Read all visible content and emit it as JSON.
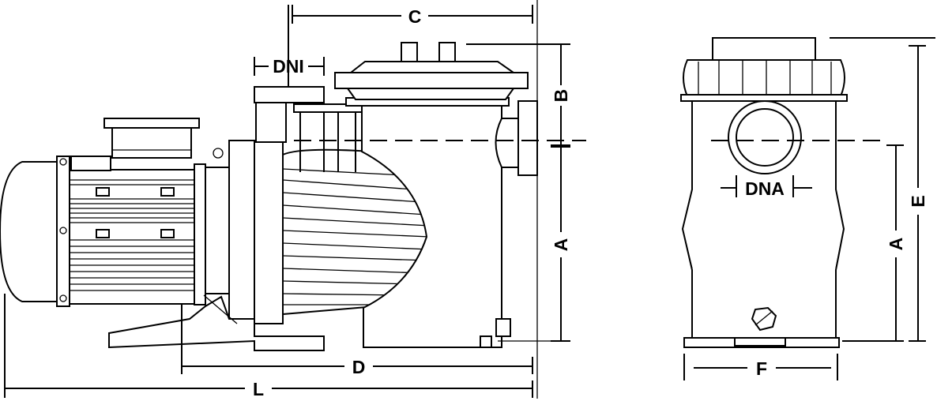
{
  "dimensions": {
    "C": "C",
    "B": "B",
    "A_side": "A",
    "D": "D",
    "L": "L",
    "DNI": "DNI",
    "DNA": "DNA",
    "F": "F",
    "A_front": "A",
    "E": "E"
  }
}
